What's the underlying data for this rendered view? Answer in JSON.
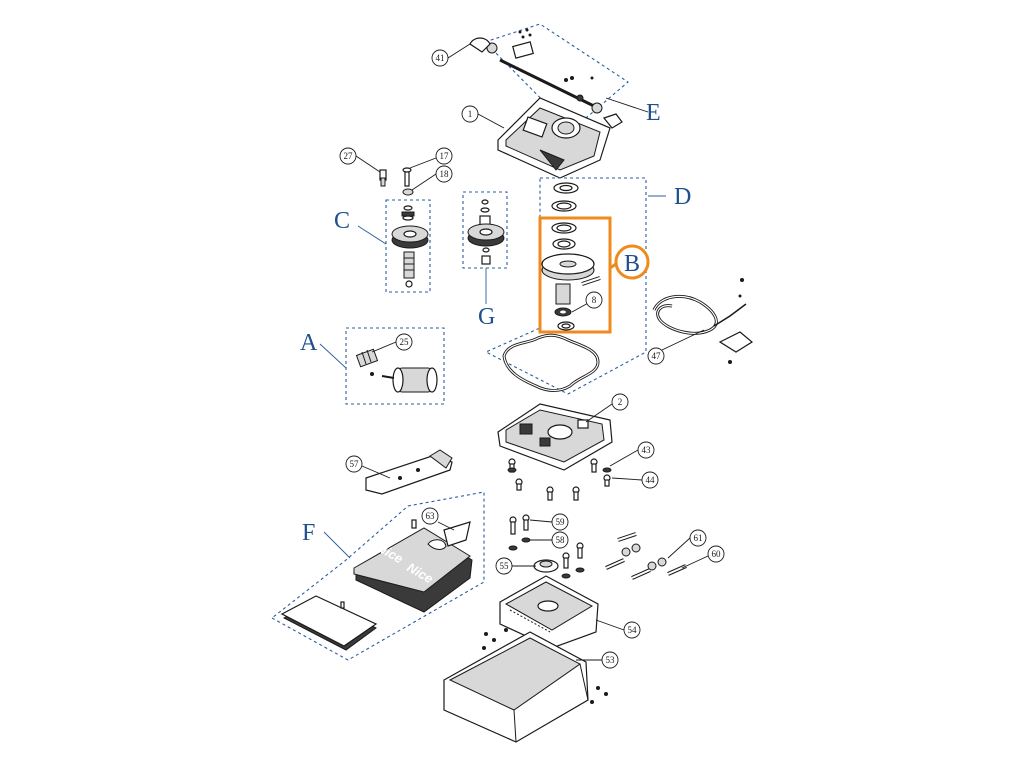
{
  "diagram": {
    "group_letters": {
      "A": "A",
      "B": "B",
      "C": "C",
      "D": "D",
      "E": "E",
      "F": "F",
      "G": "G"
    },
    "callouts": {
      "c1": "1",
      "c2": "2",
      "c8": "8",
      "c17": "17",
      "c18": "18",
      "c25": "25",
      "c27": "27",
      "c41": "41",
      "c43": "43",
      "c44": "44",
      "c47": "47",
      "c53": "53",
      "c54": "54",
      "c55": "55",
      "c57": "57",
      "c58": "58",
      "c59": "59",
      "c60": "60",
      "c61": "61",
      "c63": "63"
    },
    "cover_brand": "Nice",
    "highlight_color": "#ef8a1d",
    "group_box_color": "#2a5d9f"
  }
}
